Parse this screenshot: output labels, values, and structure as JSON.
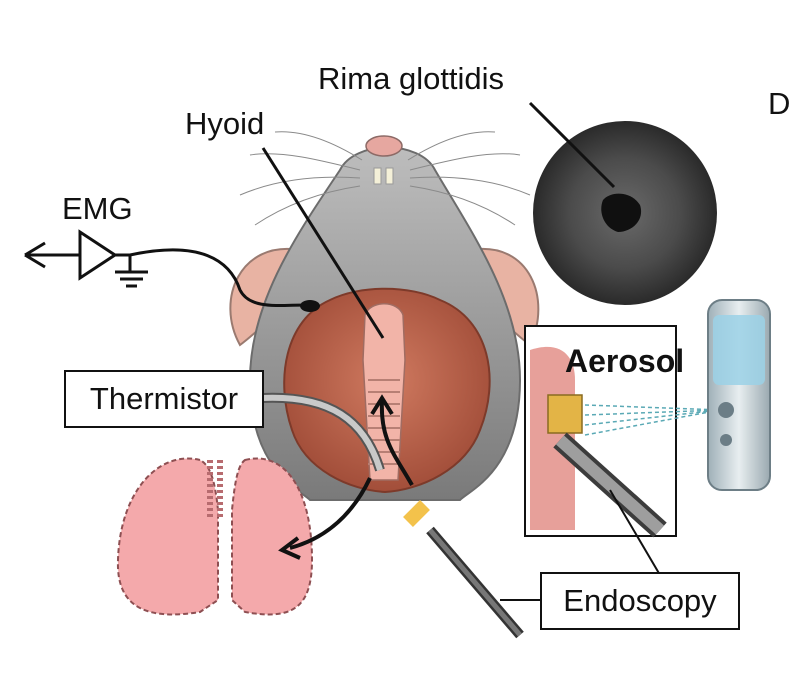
{
  "panel_letter": "D",
  "labels": {
    "rima_glottidis": "Rima glottidis",
    "hyoid": "Hyoid",
    "emg": "EMG",
    "thermistor": "Thermistor",
    "aerosol": "Aerosol",
    "endoscopy": "Endoscopy"
  },
  "colors": {
    "fur": "#8c8c8c",
    "tissue": "#b8614a",
    "skin_pink": "#f0b3a8",
    "lung": "#f2a6a8",
    "line": "#111111"
  }
}
